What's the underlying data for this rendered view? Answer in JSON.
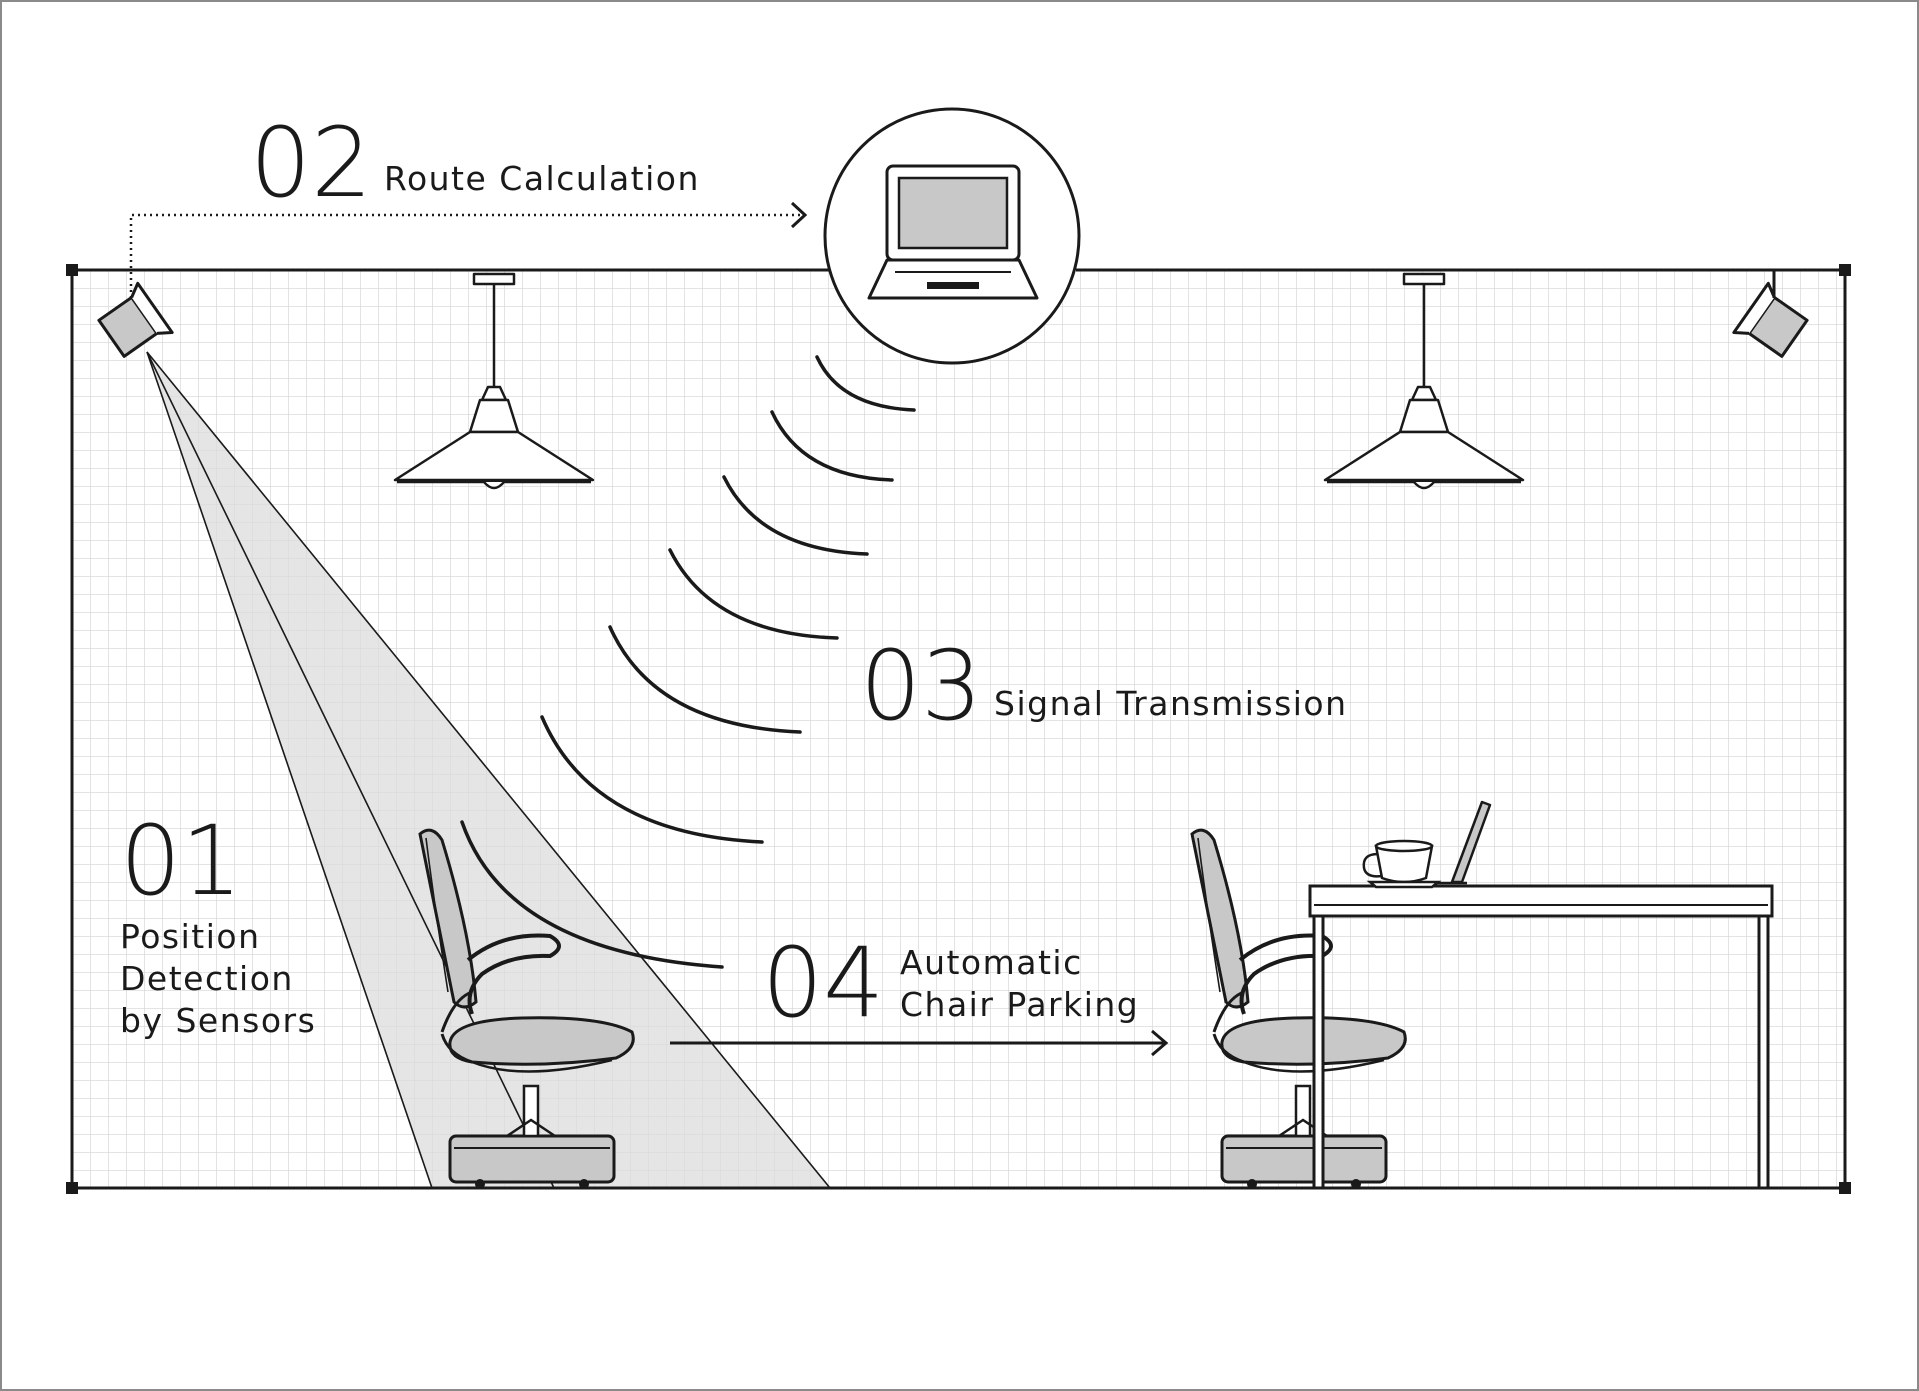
{
  "steps": {
    "s01": {
      "number": "01",
      "label_lines": [
        "Position",
        "Detection",
        "by Sensors"
      ]
    },
    "s02": {
      "number": "02",
      "label": "Route Calculation"
    },
    "s03": {
      "number": "03",
      "label": "Signal Transmission"
    },
    "s04": {
      "number": "04",
      "label_lines": [
        "Automatic",
        "Chair Parking"
      ]
    }
  },
  "icons": {
    "sensor_left": "motion-sensor-icon",
    "sensor_right": "motion-sensor-icon",
    "computer": "laptop-icon",
    "lamp": "pendant-lamp-icon",
    "chair": "office-chair-icon",
    "desk": "desk-icon",
    "cup": "coffee-cup-icon"
  },
  "colors": {
    "line": "#1a1a1a",
    "grid": "#d4d4d4",
    "beam": "#dcdcdc",
    "device_fill": "#c8c8c8",
    "frame": "#8a8a8a"
  }
}
